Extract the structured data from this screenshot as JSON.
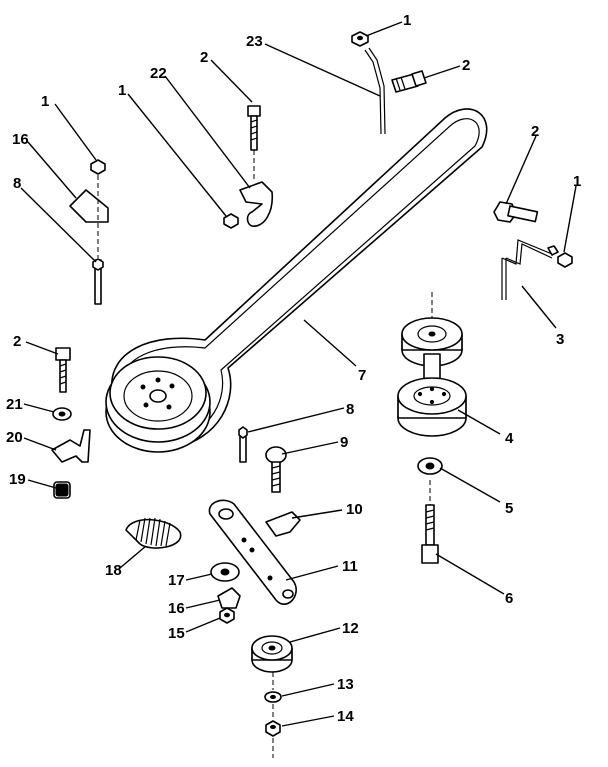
{
  "callouts": [
    "1",
    "2",
    "23",
    "2",
    "1",
    "2",
    "22",
    "1",
    "16",
    "8",
    "2",
    "1",
    "3",
    "7",
    "2",
    "21",
    "20",
    "19",
    "8",
    "9",
    "4",
    "5",
    "10",
    "18",
    "17",
    "11",
    "16",
    "15",
    "12",
    "6",
    "13",
    "14"
  ]
}
